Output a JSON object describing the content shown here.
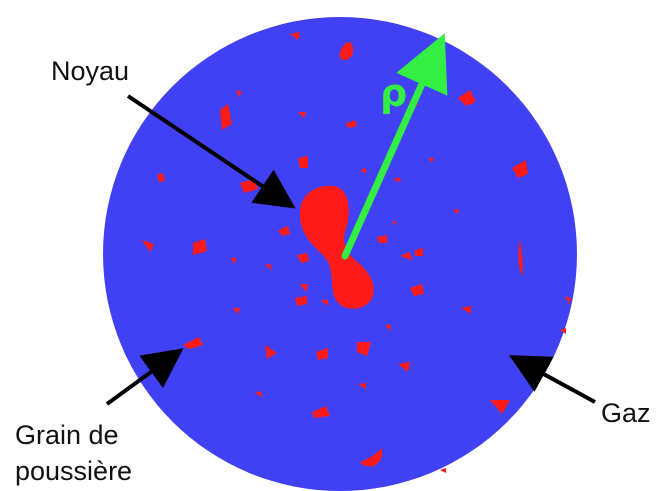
{
  "labels": {
    "nucleus": "Noyau",
    "dust_line1": "Grain de",
    "dust_line2": "poussière",
    "gas": "Gaz",
    "radius_symbol": "ρ"
  },
  "colors": {
    "gas": "#4040f4",
    "nucleus": "#ff1a1a",
    "dust": "#ff1a1a",
    "radius_arrow": "#33ee44",
    "pointer_arrows": "#000000",
    "text": "#111111"
  }
}
